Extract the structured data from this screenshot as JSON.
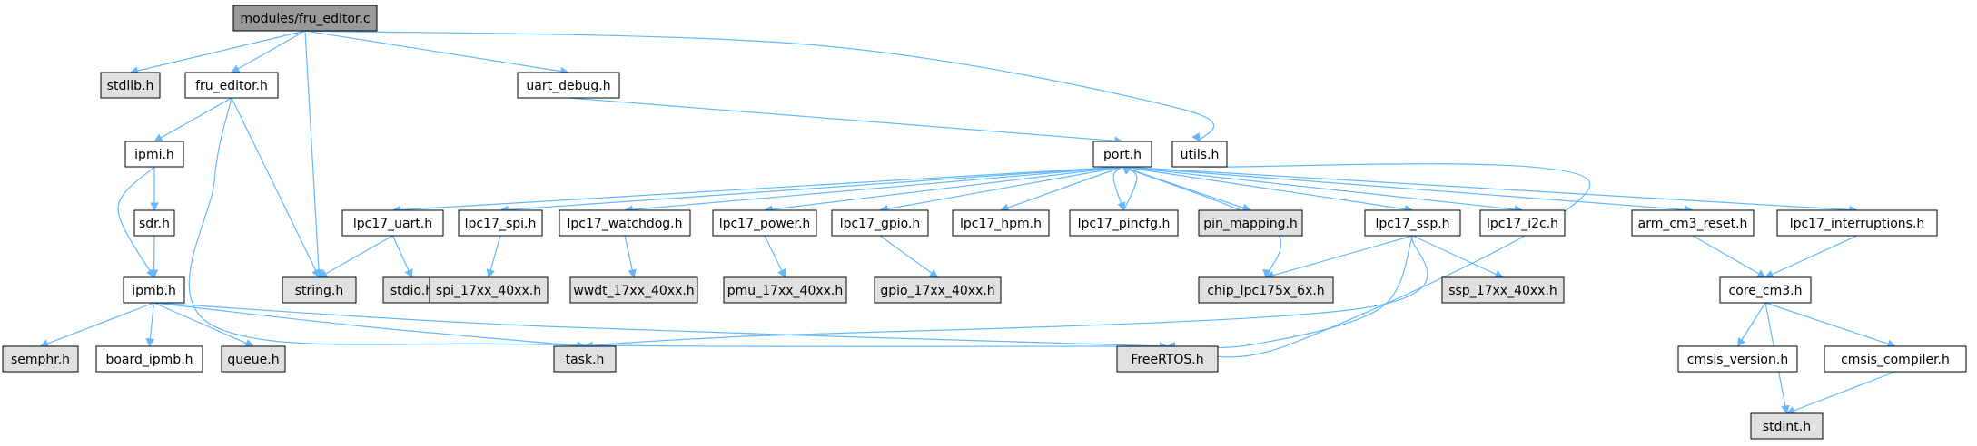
{
  "graph": {
    "colors": {
      "root_fill": "#999999",
      "external_fill": "#e0e0e0",
      "local_fill": "#ffffff",
      "edge": "#63b8ff",
      "border": "#000000"
    },
    "nodes": {
      "fru_editor_c": {
        "label": "modules/fru_editor.c",
        "kind": "root"
      },
      "stdlib_h": {
        "label": "stdlib.h",
        "kind": "external"
      },
      "fru_editor_h": {
        "label": "fru_editor.h",
        "kind": "local"
      },
      "string_h": {
        "label": "string.h",
        "kind": "external"
      },
      "uart_debug_h": {
        "label": "uart_debug.h",
        "kind": "local"
      },
      "utils_h": {
        "label": "utils.h",
        "kind": "local"
      },
      "ipmi_h": {
        "label": "ipmi.h",
        "kind": "local"
      },
      "sdr_h": {
        "label": "sdr.h",
        "kind": "local"
      },
      "ipmb_h": {
        "label": "ipmb.h",
        "kind": "local"
      },
      "semphr_h": {
        "label": "semphr.h",
        "kind": "external"
      },
      "board_ipmb_h": {
        "label": "board_ipmb.h",
        "kind": "local"
      },
      "queue_h": {
        "label": "queue.h",
        "kind": "external"
      },
      "task_h": {
        "label": "task.h",
        "kind": "external"
      },
      "FreeRTOS_h": {
        "label": "FreeRTOS.h",
        "kind": "external"
      },
      "port_h": {
        "label": "port.h",
        "kind": "local"
      },
      "lpc17_uart_h": {
        "label": "lpc17_uart.h",
        "kind": "local"
      },
      "stdio_h": {
        "label": "stdio.h",
        "kind": "external"
      },
      "lpc17_spi_h": {
        "label": "lpc17_spi.h",
        "kind": "local"
      },
      "spi_17xx_40xx_h": {
        "label": "spi_17xx_40xx.h",
        "kind": "external"
      },
      "lpc17_watchdog_h": {
        "label": "lpc17_watchdog.h",
        "kind": "local"
      },
      "wwdt_17xx_40xx_h": {
        "label": "wwdt_17xx_40xx.h",
        "kind": "external"
      },
      "lpc17_power_h": {
        "label": "lpc17_power.h",
        "kind": "local"
      },
      "pmu_17xx_40xx_h": {
        "label": "pmu_17xx_40xx.h",
        "kind": "external"
      },
      "lpc17_gpio_h": {
        "label": "lpc17_gpio.h",
        "kind": "local"
      },
      "gpio_17xx_40xx_h": {
        "label": "gpio_17xx_40xx.h",
        "kind": "external"
      },
      "lpc17_hpm_h": {
        "label": "lpc17_hpm.h",
        "kind": "local"
      },
      "lpc17_pincfg_h": {
        "label": "lpc17_pincfg.h",
        "kind": "local"
      },
      "pin_mapping_h": {
        "label": "pin_mapping.h",
        "kind": "external"
      },
      "lpc17_ssp_h": {
        "label": "lpc17_ssp.h",
        "kind": "local"
      },
      "chip_lpc175x_6x_h": {
        "label": "chip_lpc175x_6x.h",
        "kind": "external"
      },
      "ssp_17xx_40xx_h": {
        "label": "ssp_17xx_40xx.h",
        "kind": "external"
      },
      "lpc17_i2c_h": {
        "label": "lpc17_i2c.h",
        "kind": "local"
      },
      "arm_cm3_reset_h": {
        "label": "arm_cm3_reset.h",
        "kind": "local"
      },
      "lpc17_interruptions_h": {
        "label": "lpc17_interruptions.h",
        "kind": "local"
      },
      "core_cm3_h": {
        "label": "core_cm3.h",
        "kind": "local"
      },
      "cmsis_version_h": {
        "label": "cmsis_version.h",
        "kind": "local"
      },
      "cmsis_compiler_h": {
        "label": "cmsis_compiler.h",
        "kind": "local"
      },
      "stdint_h": {
        "label": "stdint.h",
        "kind": "external"
      }
    },
    "edges": [
      [
        "fru_editor_c",
        "stdlib_h"
      ],
      [
        "fru_editor_c",
        "fru_editor_h"
      ],
      [
        "fru_editor_c",
        "string_h"
      ],
      [
        "fru_editor_c",
        "uart_debug_h"
      ],
      [
        "fru_editor_c",
        "utils_h"
      ],
      [
        "fru_editor_h",
        "ipmi_h"
      ],
      [
        "fru_editor_h",
        "string_h"
      ],
      [
        "fru_editor_h",
        "FreeRTOS_h"
      ],
      [
        "ipmi_h",
        "sdr_h"
      ],
      [
        "ipmi_h",
        "ipmb_h"
      ],
      [
        "sdr_h",
        "ipmb_h"
      ],
      [
        "ipmb_h",
        "semphr_h"
      ],
      [
        "ipmb_h",
        "board_ipmb_h"
      ],
      [
        "ipmb_h",
        "queue_h"
      ],
      [
        "ipmb_h",
        "task_h"
      ],
      [
        "ipmb_h",
        "FreeRTOS_h"
      ],
      [
        "uart_debug_h",
        "port_h"
      ],
      [
        "utils_h",
        "FreeRTOS_h"
      ],
      [
        "port_h",
        "lpc17_uart_h"
      ],
      [
        "port_h",
        "lpc17_spi_h"
      ],
      [
        "port_h",
        "lpc17_watchdog_h"
      ],
      [
        "port_h",
        "lpc17_power_h"
      ],
      [
        "port_h",
        "lpc17_gpio_h"
      ],
      [
        "port_h",
        "lpc17_hpm_h"
      ],
      [
        "port_h",
        "lpc17_pincfg_h"
      ],
      [
        "lpc17_pincfg_h",
        "port_h"
      ],
      [
        "port_h",
        "pin_mapping_h"
      ],
      [
        "port_h",
        "chip_lpc175x_6x_h"
      ],
      [
        "port_h",
        "lpc17_ssp_h"
      ],
      [
        "port_h",
        "lpc17_i2c_h"
      ],
      [
        "port_h",
        "arm_cm3_reset_h"
      ],
      [
        "port_h",
        "lpc17_interruptions_h"
      ],
      [
        "lpc17_uart_h",
        "string_h"
      ],
      [
        "lpc17_uart_h",
        "stdio_h"
      ],
      [
        "lpc17_spi_h",
        "spi_17xx_40xx_h"
      ],
      [
        "lpc17_watchdog_h",
        "wwdt_17xx_40xx_h"
      ],
      [
        "lpc17_power_h",
        "pmu_17xx_40xx_h"
      ],
      [
        "lpc17_gpio_h",
        "gpio_17xx_40xx_h"
      ],
      [
        "lpc17_ssp_h",
        "chip_lpc175x_6x_h"
      ],
      [
        "lpc17_ssp_h",
        "ssp_17xx_40xx_h"
      ],
      [
        "lpc17_ssp_h",
        "task_h"
      ],
      [
        "lpc17_ssp_h",
        "FreeRTOS_h"
      ],
      [
        "arm_cm3_reset_h",
        "core_cm3_h"
      ],
      [
        "lpc17_interruptions_h",
        "core_cm3_h"
      ],
      [
        "core_cm3_h",
        "cmsis_version_h"
      ],
      [
        "core_cm3_h",
        "cmsis_compiler_h"
      ],
      [
        "core_cm3_h",
        "stdint_h"
      ],
      [
        "cmsis_compiler_h",
        "stdint_h"
      ]
    ]
  }
}
